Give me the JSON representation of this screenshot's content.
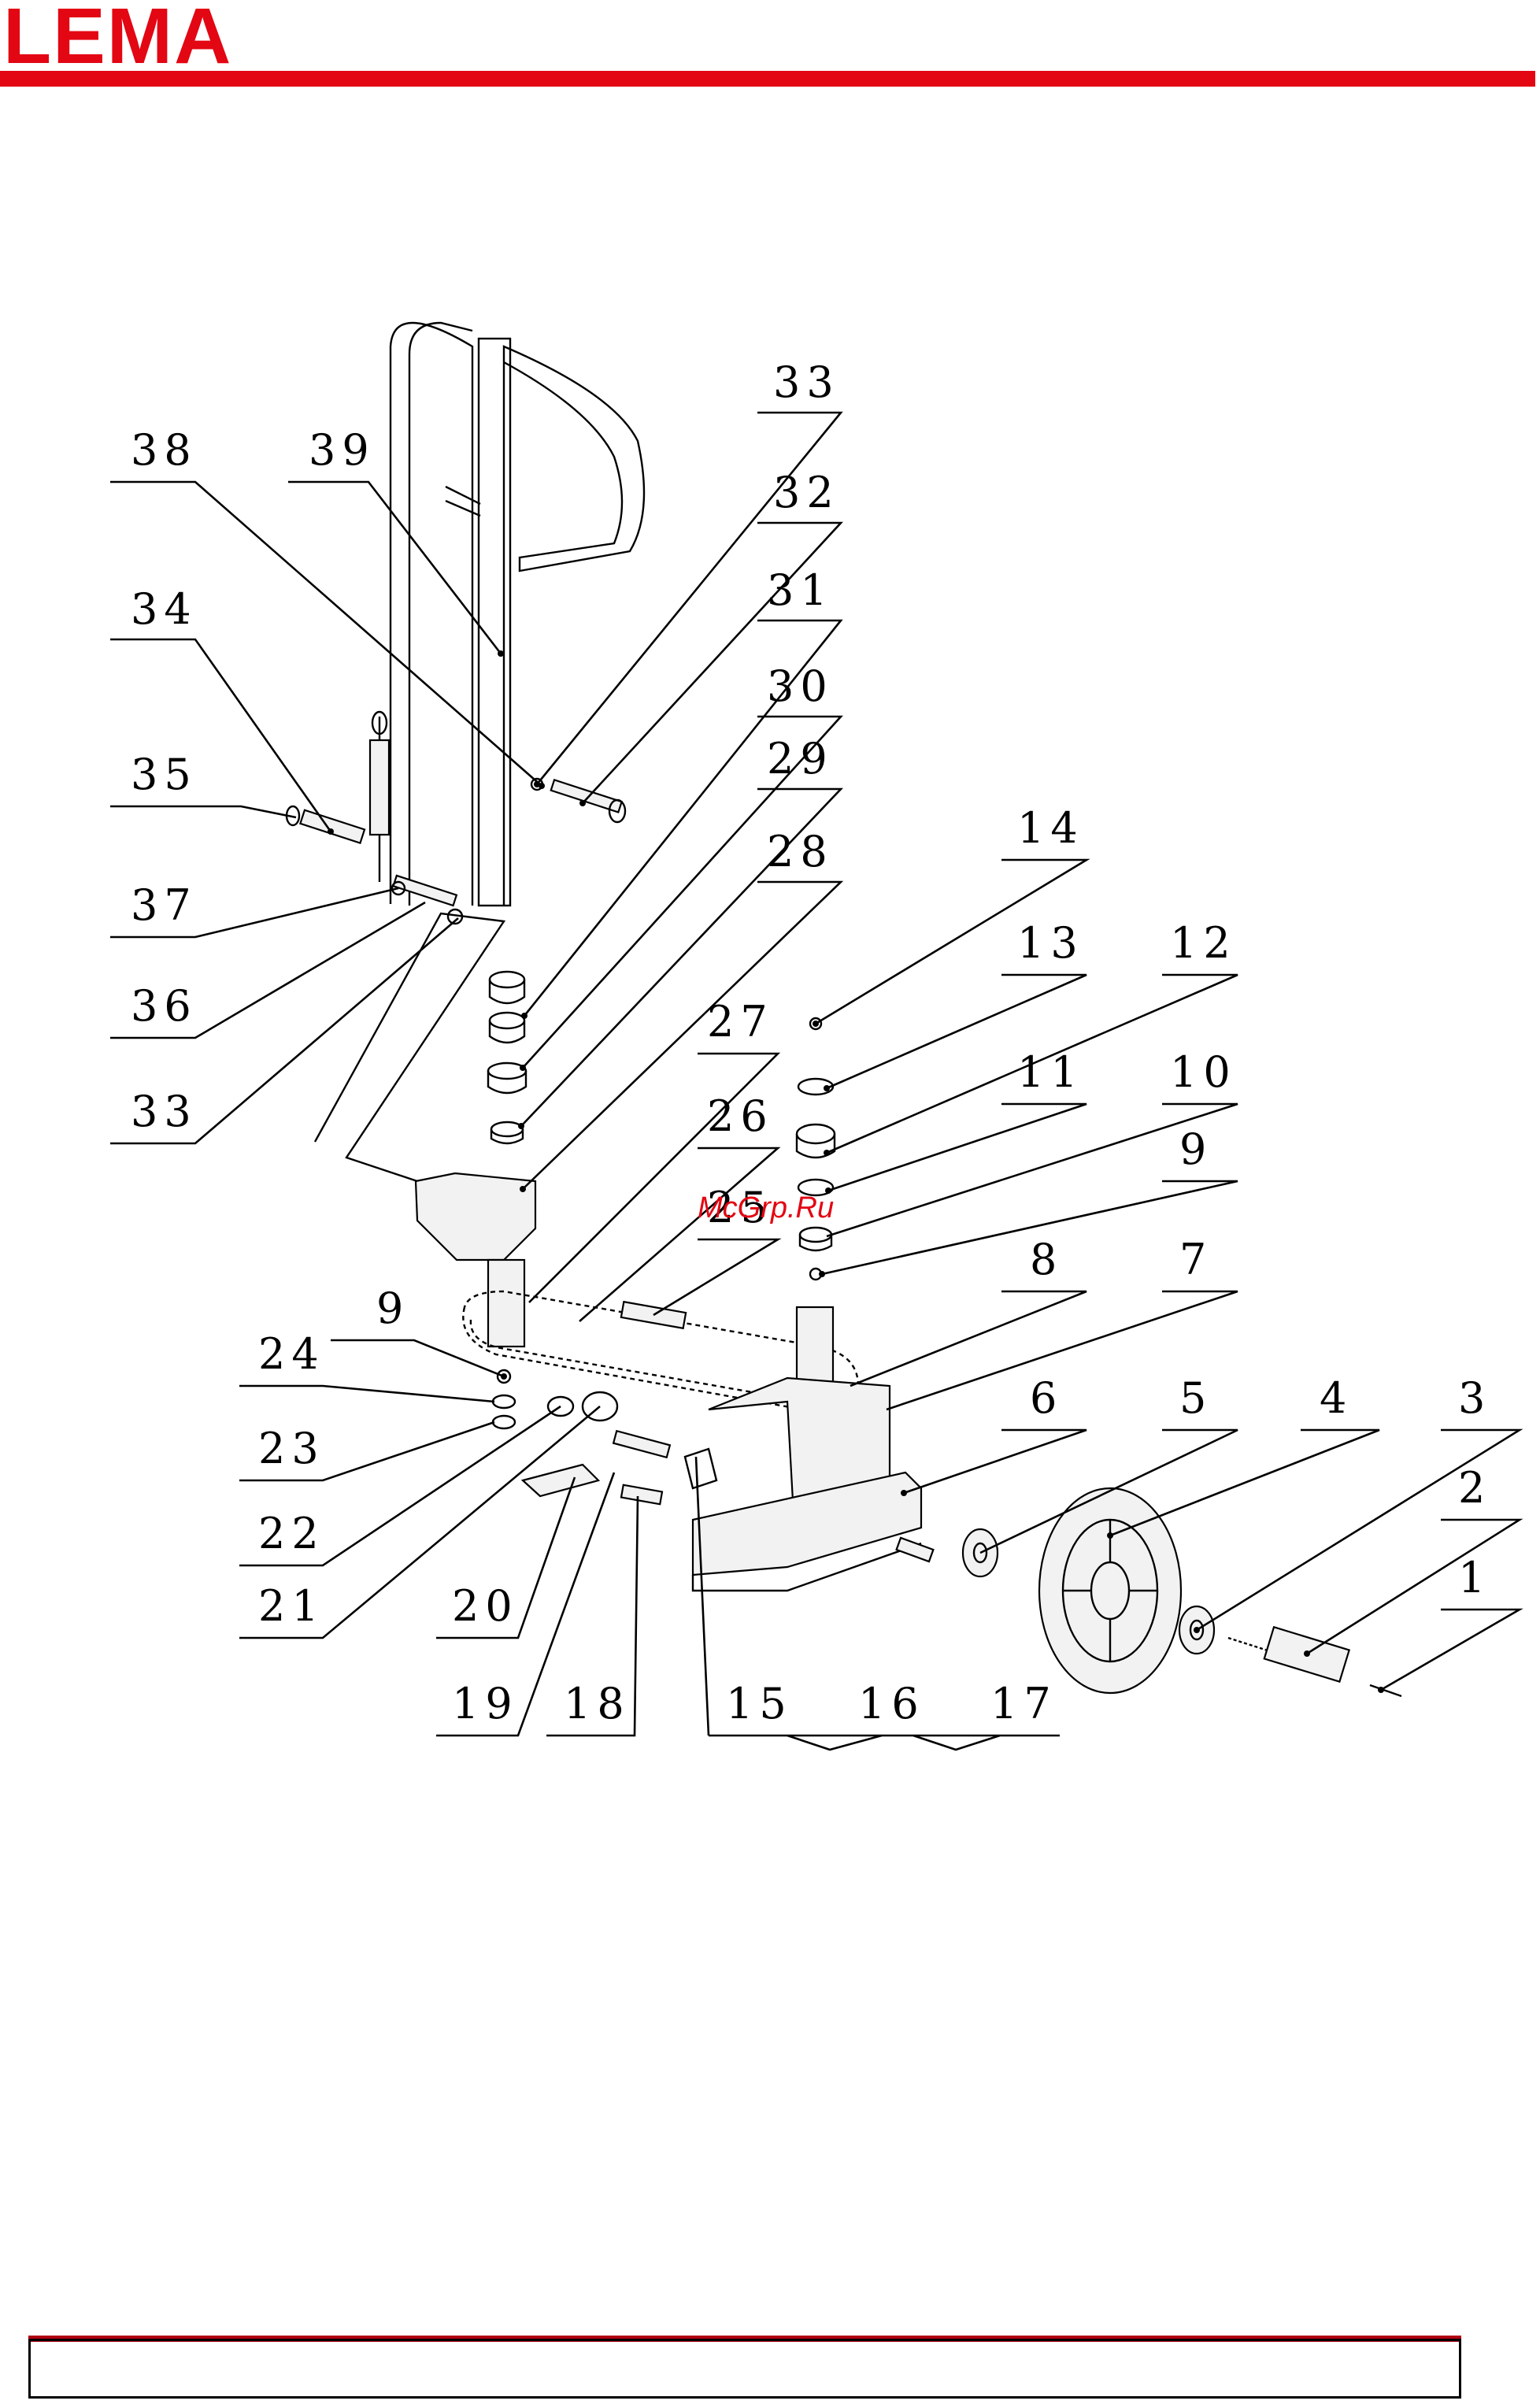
{
  "header": {
    "logo_text": "LEMA"
  },
  "watermark": {
    "text": "McGrp.Ru"
  },
  "diagram": {
    "parts": [
      {
        "id": "p38",
        "number": "38"
      },
      {
        "id": "p39",
        "number": "39"
      },
      {
        "id": "p33a",
        "number": "33"
      },
      {
        "id": "p32",
        "number": "32"
      },
      {
        "id": "p34",
        "number": "34"
      },
      {
        "id": "p31",
        "number": "31"
      },
      {
        "id": "p30",
        "number": "30"
      },
      {
        "id": "p35",
        "number": "35"
      },
      {
        "id": "p29",
        "number": "29"
      },
      {
        "id": "p28",
        "number": "28"
      },
      {
        "id": "p37",
        "number": "37"
      },
      {
        "id": "p14",
        "number": "14"
      },
      {
        "id": "p36",
        "number": "36"
      },
      {
        "id": "p13",
        "number": "13"
      },
      {
        "id": "p12",
        "number": "12"
      },
      {
        "id": "p27",
        "number": "27"
      },
      {
        "id": "p33b",
        "number": "33"
      },
      {
        "id": "p11",
        "number": "11"
      },
      {
        "id": "p10",
        "number": "10"
      },
      {
        "id": "p26",
        "number": "26"
      },
      {
        "id": "p25",
        "number": "25"
      },
      {
        "id": "p9a",
        "number": "9"
      },
      {
        "id": "p8",
        "number": "8"
      },
      {
        "id": "p7",
        "number": "7"
      },
      {
        "id": "p9b",
        "number": "9"
      },
      {
        "id": "p24",
        "number": "24"
      },
      {
        "id": "p6",
        "number": "6"
      },
      {
        "id": "p5",
        "number": "5"
      },
      {
        "id": "p4",
        "number": "4"
      },
      {
        "id": "p3",
        "number": "3"
      },
      {
        "id": "p23",
        "number": "23"
      },
      {
        "id": "p2",
        "number": "2"
      },
      {
        "id": "p22",
        "number": "22"
      },
      {
        "id": "p1",
        "number": "1"
      },
      {
        "id": "p21",
        "number": "21"
      },
      {
        "id": "p20",
        "number": "20"
      },
      {
        "id": "p19",
        "number": "19"
      },
      {
        "id": "p18",
        "number": "18"
      },
      {
        "id": "p15",
        "number": "15"
      },
      {
        "id": "p16",
        "number": "16"
      },
      {
        "id": "p17",
        "number": "17"
      }
    ]
  },
  "colors": {
    "brand": "#e30613",
    "line": "#000000"
  }
}
